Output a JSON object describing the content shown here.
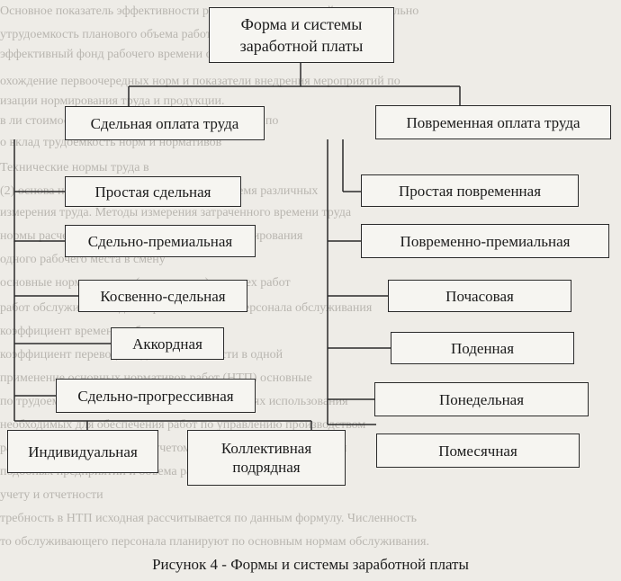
{
  "diagram": {
    "root": "Форма и системы заработной платы",
    "left_branch": {
      "title": "Сдельная оплата труда",
      "items": [
        "Простая сдельная",
        "Сдельно-премиальная",
        "Косвенно-сдельная",
        "Аккордная",
        "Сдельно-прогрессивная"
      ],
      "bottom": [
        "Индивидуальная",
        "Коллективная подрядная"
      ]
    },
    "right_branch": {
      "title": "Повременная оплата труда",
      "items": [
        "Простая повременная",
        "Повременно-премиальная",
        "Почасовая",
        "Поденная",
        "Понедельная",
        "Помесячная"
      ]
    }
  },
  "caption": "Рисунок 4 - Формы и системы заработной платы"
}
